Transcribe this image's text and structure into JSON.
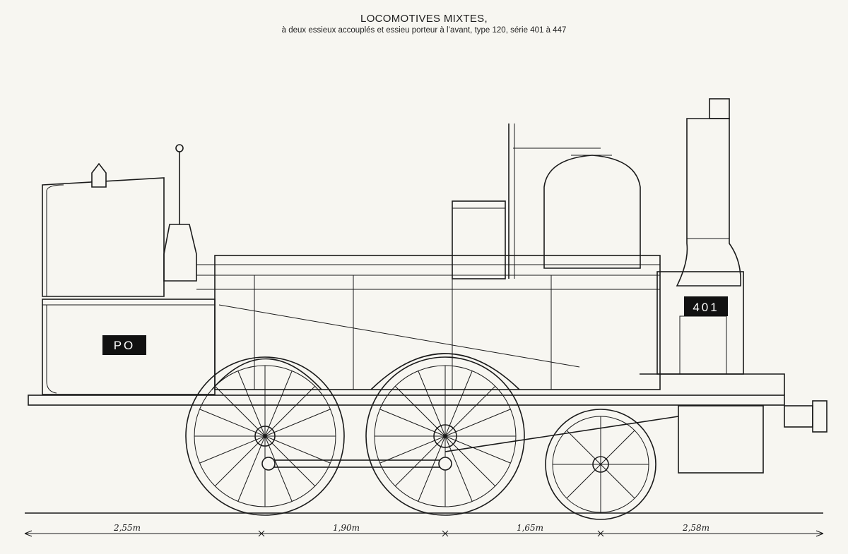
{
  "header": {
    "title": "LOCOMOTIVES MIXTES,",
    "subtitle": "à deux essieux accouplés et essieu porteur à l’avant, type 120, série 401 à 447"
  },
  "plates": {
    "left": "PO",
    "right": "401"
  },
  "dimensions": [
    {
      "label": "2,55m"
    },
    {
      "label": "1,90m"
    },
    {
      "label": "1,65m"
    },
    {
      "label": "2,58m"
    }
  ]
}
